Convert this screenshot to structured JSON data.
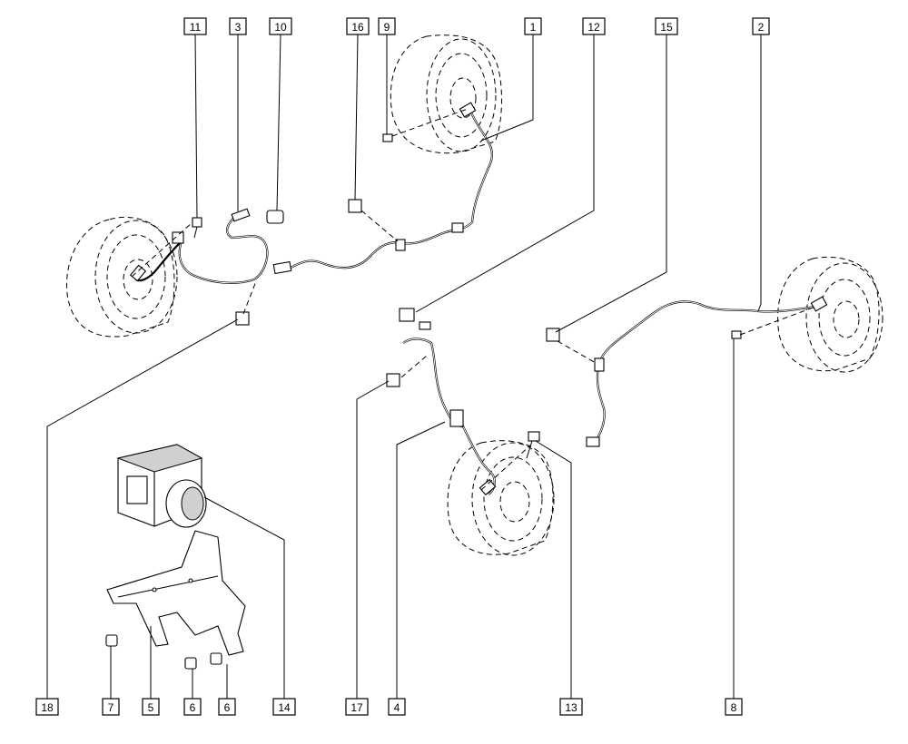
{
  "figure": {
    "labels": [
      {
        "id": "lbl-1",
        "text": "1"
      },
      {
        "id": "lbl-2",
        "text": "2"
      },
      {
        "id": "lbl-3",
        "text": "3"
      },
      {
        "id": "lbl-4",
        "text": "4"
      },
      {
        "id": "lbl-5",
        "text": "5"
      },
      {
        "id": "lbl-6a",
        "text": "6"
      },
      {
        "id": "lbl-6b",
        "text": "6"
      },
      {
        "id": "lbl-7",
        "text": "7"
      },
      {
        "id": "lbl-8",
        "text": "8"
      },
      {
        "id": "lbl-9",
        "text": "9"
      },
      {
        "id": "lbl-10",
        "text": "10"
      },
      {
        "id": "lbl-11",
        "text": "11"
      },
      {
        "id": "lbl-12",
        "text": "12"
      },
      {
        "id": "lbl-13",
        "text": "13"
      },
      {
        "id": "lbl-14",
        "text": "14"
      },
      {
        "id": "lbl-15",
        "text": "15"
      },
      {
        "id": "lbl-16",
        "text": "16"
      },
      {
        "id": "lbl-17",
        "text": "17"
      },
      {
        "id": "lbl-18",
        "text": "18"
      }
    ]
  }
}
